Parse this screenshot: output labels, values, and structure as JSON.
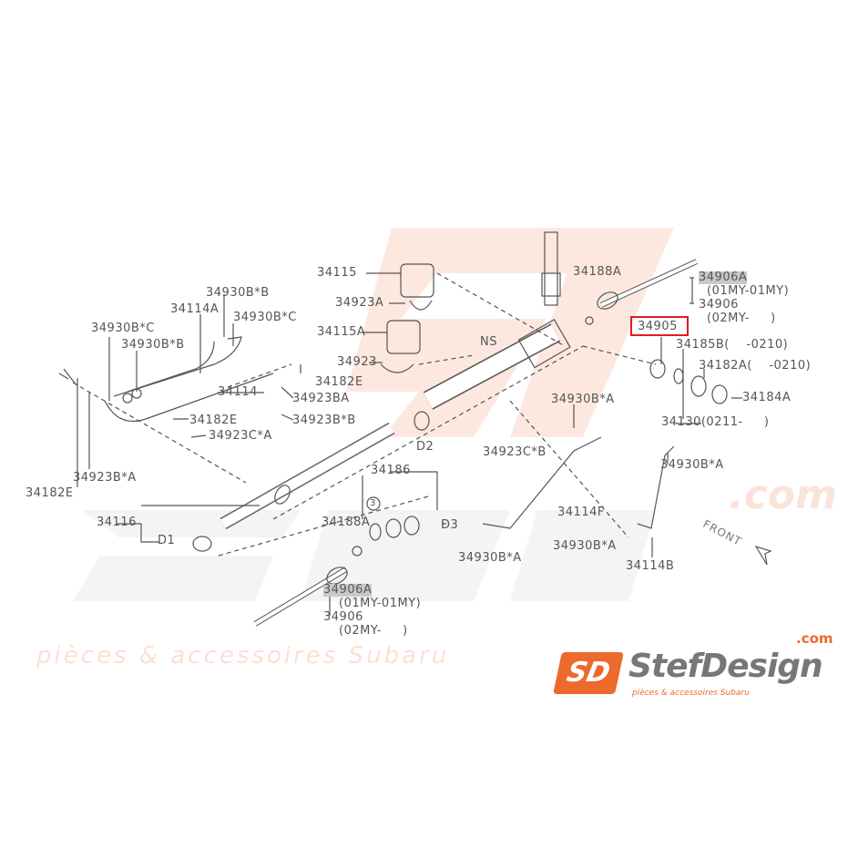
{
  "watermark": {
    "brand": "StefDesign",
    "url": ".com",
    "subtitle": "pièces & accessoires Subaru"
  },
  "logo": {
    "mark": "SD",
    "name": "StefDesign",
    "com": ".com",
    "tagline": "pièces & accessoires Subaru",
    "color": "#ec6a2c"
  },
  "highlight": {
    "part": "34905",
    "color": "#e21b23"
  },
  "front_label": "FRONT",
  "labels": {
    "p34115": "34115",
    "p34923A": "34923A",
    "p34115A": "34115A",
    "p34923": "34923",
    "ns": "NS",
    "p34188A_top": "34188A",
    "p34906A_top": "34906A",
    "p01my_top": "(01MY-01MY)",
    "p34906_top": "34906",
    "p02my_top": "(02MY-     )",
    "p34905": "34905",
    "p34185B": "34185B(    -0210)",
    "p34182A": "34182A(    -0210)",
    "p34184A": "34184A",
    "p34130": "34130(0211-     )",
    "p34930BA_1": "34930B*A",
    "p34923CB": "34923C*B",
    "p34114F": "34114F",
    "p34930BA_2": "34930B*A",
    "p34930BB_1": "34930B*B",
    "p34114A": "34114A",
    "p34930BC_1": "34930B*C",
    "p34930BC_2": "34930B*C",
    "p34930BB_2": "34930B*B",
    "p34114": "34114",
    "p34182E_1": "34182E",
    "p34923BA": "34923BA",
    "p34923BB": "34923B*B",
    "p34182E_2": "34182E",
    "p34923CA": "34923C*A",
    "p34923BA_left": "34923B*A",
    "p34182E_3": "34182E",
    "p34116": "34116",
    "d1": "D1",
    "d2": "D2",
    "p34186": "34186",
    "p34188A_bot": "34188A",
    "d3": "D3",
    "circle3": "3",
    "p34930BA_3": "34930B*A",
    "p34930BA_4": "34930B*A",
    "p34114B": "34114B",
    "p34906A_bot": "34906A",
    "p01my_bot": "(01MY-01MY)",
    "p34906_bot": "34906",
    "p02my_bot": "(02MY-     )"
  }
}
